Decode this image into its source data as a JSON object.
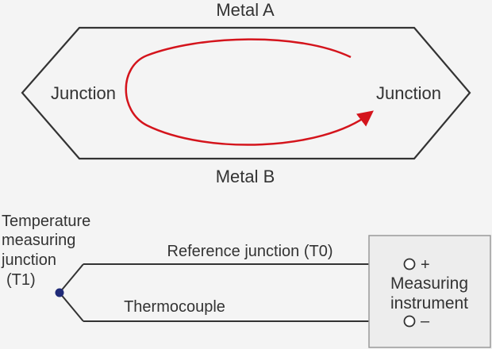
{
  "top_diagram": {
    "top_label": "Metal A",
    "bottom_label": "Metal B",
    "left_junction": "Junction",
    "right_junction": "Junction"
  },
  "bottom_diagram": {
    "measuring_junction_lines": [
      "Temperature",
      "measuring",
      "junction",
      "(T1)"
    ],
    "reference_label": "Reference junction (T0)",
    "thermocouple_label": "Thermocouple",
    "instrument_lines": [
      "Measuring",
      "instrument"
    ],
    "plus_sign": "+",
    "minus_sign": "–"
  },
  "colors": {
    "arrow": "#d4141c",
    "outline": "#333333",
    "dot": "#1f2a78",
    "box_fill": "#ededed",
    "box_stroke": "#9a9a9a",
    "background": "#f4f4f4"
  }
}
